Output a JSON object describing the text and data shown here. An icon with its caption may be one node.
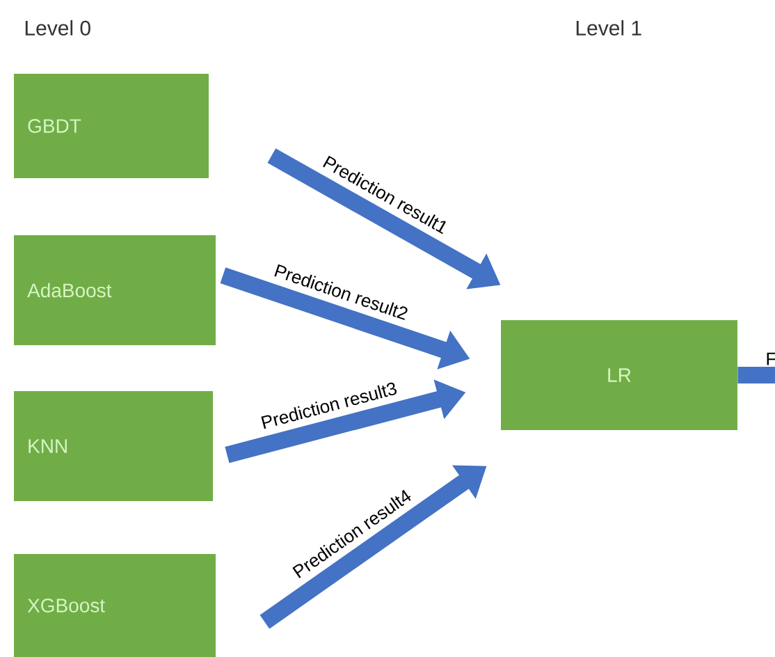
{
  "diagram": {
    "nodes": [
      {
        "text": [
          "GBDT"
        ]
      },
      {
        "text": [
          "AdaBoost"
        ]
      },
      {
        "text": [
          "KNN"
        ]
      },
      {
        "text": [
          "XGBoost"
        ]
      },
      {
        "text": [
          "LR"
        ]
      }
    ],
    "edges": [
      {
        "from": 0,
        "to": 4,
        "arrow": "to",
        "label": "Prediction result1"
      },
      {
        "from": 1,
        "to": 4,
        "arrow": "to",
        "label": "Prediction result2"
      },
      {
        "from": 2,
        "to": 4,
        "arrow": "to",
        "label": "Prediction result3"
      },
      {
        "from": 3,
        "to": 4,
        "arrow": "to",
        "label": "Prediction result4"
      },
      {
        "from": 4,
        "to": null,
        "arrow": "none",
        "label": "F"
      }
    ],
    "labels": [
      "Level 0",
      "Level 1"
    ]
  }
}
